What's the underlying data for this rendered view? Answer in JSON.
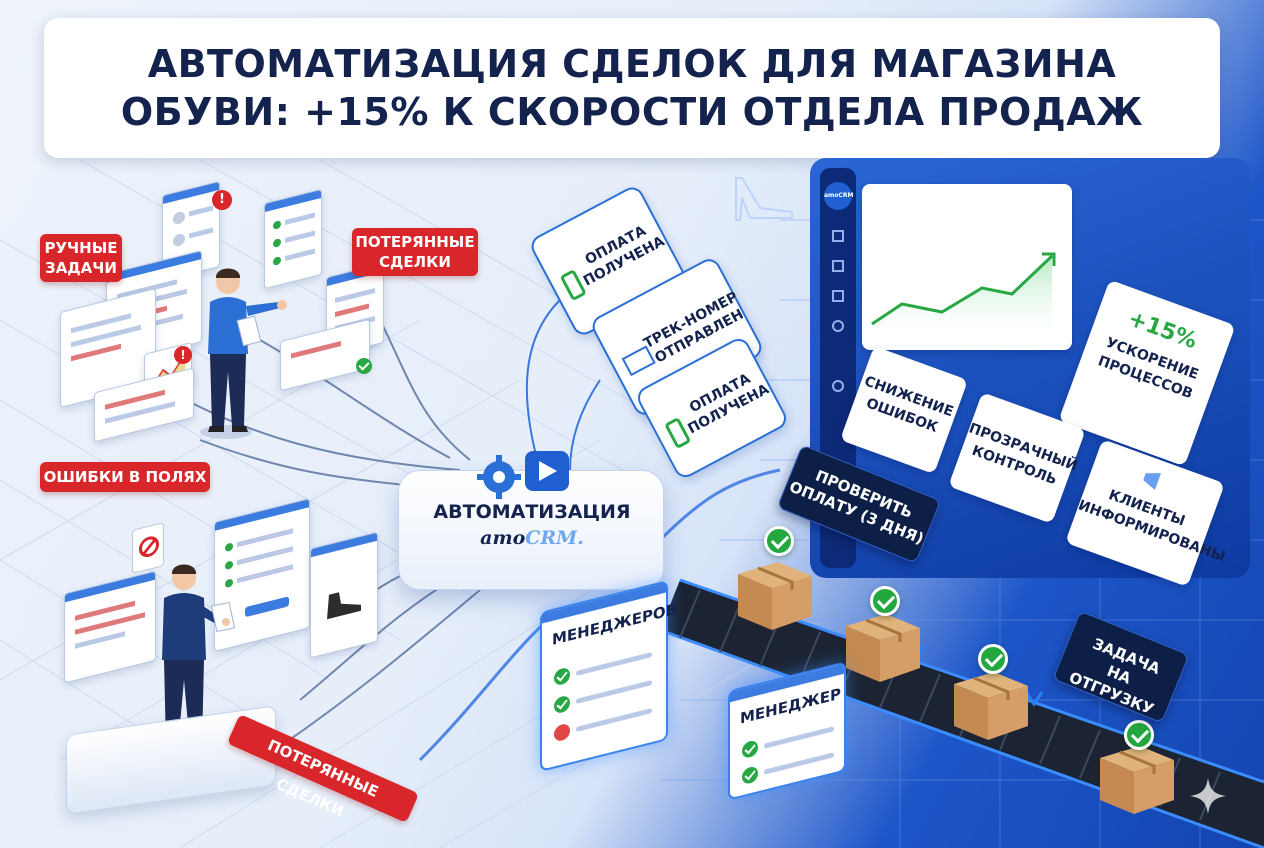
{
  "title": {
    "line1": "АВТОМАТИЗАЦИЯ СДЕЛОК ДЛЯ МАГАЗИНА",
    "line2": "ОБУВИ: +15% К СКОРОСТИ ОТДЕЛА ПРОДАЖ"
  },
  "problems": {
    "manual_tasks_line1": "РУЧНЫЕ",
    "manual_tasks_line2": "ЗАДАЧИ",
    "lost_deals_top_line1": "ПОТЕРЯННЫЕ",
    "lost_deals_top_line2": "СДЕЛКИ",
    "field_errors": "ОШИБКИ В ПОЛЯХ",
    "lost_deals_bottom": "ПОТЕРЯННЫЕ СДЕЛКИ"
  },
  "hub": {
    "label": "АВТОМАТИЗАЦИЯ",
    "brand_amo": "amo",
    "brand_crm": "CRM."
  },
  "notifications": [
    {
      "line1": "ОПЛАТА",
      "line2": "ПОЛУЧЕНА",
      "icon": "phone-icon"
    },
    {
      "line1": "ТРЕК-НОМЕР",
      "line2": "ОТПРАВЛЕН",
      "icon": "envelope-icon"
    },
    {
      "line1": "ОПЛАТА",
      "line2": "ПОЛУЧЕНА",
      "icon": "phone-icon"
    }
  ],
  "dashboard": {
    "logo": "amoCRM",
    "speedup_value": "+15%",
    "speedup_line1": "УСКОРЕНИЕ",
    "speedup_line2": "ПРОЦЕССОВ",
    "errors_line1": "СНИЖЕНИЕ",
    "errors_line2": "ОШИБОК",
    "control_line1": "ПРОЗРАЧНЫЙ",
    "control_line2": "КОНТРОЛЬ",
    "clients_line1": "КЛИЕНТЫ",
    "clients_line2": "ИНФОРМИРОВАНЫ"
  },
  "tasks": {
    "check_payment_line1": "ПРОВЕРИТЬ",
    "check_payment_line2": "ОПЛАТУ (3 ДНЯ)",
    "shipping_line1": "ЗАДАЧА",
    "shipping_line2": "НА ОТГРУЗКУ"
  },
  "managers": {
    "card1": "МЕНЕДЖЕРОВ",
    "card2": "МЕНЕДЖЕР"
  },
  "colors": {
    "navy": "#14224e",
    "red": "#d8262a",
    "blue": "#2a6fd6",
    "green": "#22a83f"
  }
}
